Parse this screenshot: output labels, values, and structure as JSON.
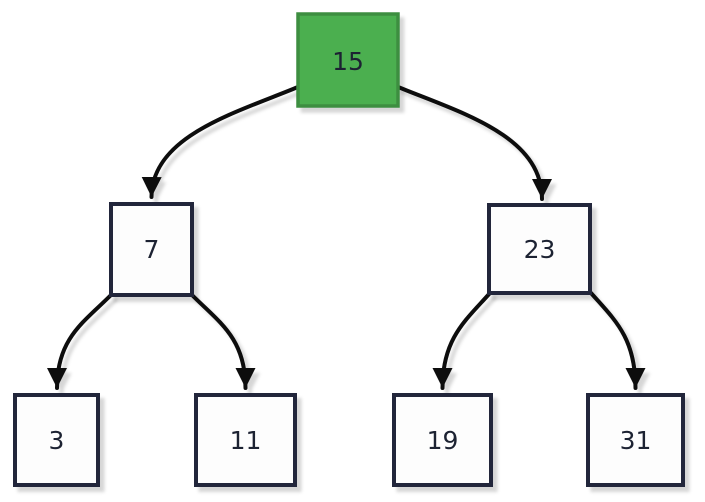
{
  "diagram": {
    "kind": "binary-search-tree",
    "tree": {
      "nodes": [
        {
          "id": "root",
          "value": "15",
          "highlighted": true
        },
        {
          "id": "left",
          "value": "7",
          "highlighted": false
        },
        {
          "id": "right",
          "value": "23",
          "highlighted": false
        },
        {
          "id": "left-left",
          "value": "3",
          "highlighted": false
        },
        {
          "id": "left-right",
          "value": "11",
          "highlighted": false
        },
        {
          "id": "right-left",
          "value": "19",
          "highlighted": false
        },
        {
          "id": "right-right",
          "value": "31",
          "highlighted": false
        }
      ],
      "edges": [
        [
          "15",
          "7"
        ],
        [
          "15",
          "23"
        ],
        [
          "7",
          "3"
        ],
        [
          "7",
          "11"
        ],
        [
          "23",
          "19"
        ],
        [
          "23",
          "31"
        ]
      ]
    }
  },
  "colors": {
    "background": "#ffffff",
    "root_fill": "#4caf50",
    "root_stroke": "#3d8e41",
    "node_fill": "#fdfdfd",
    "node_stroke": "#23283b",
    "edge": "#0a0a0a",
    "text": "#1f2433"
  }
}
